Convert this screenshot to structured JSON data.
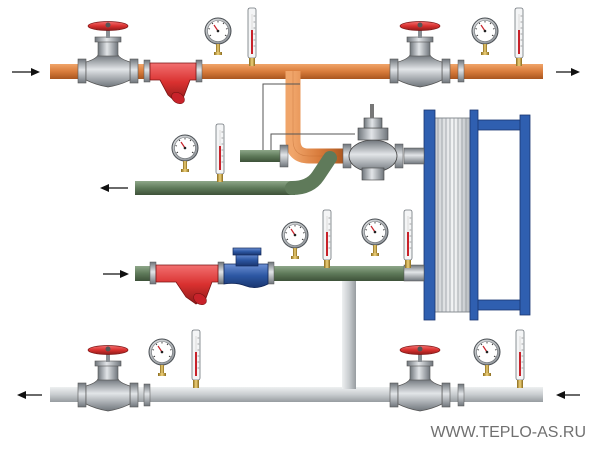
{
  "diagram": {
    "watermark": "WWW.TEPLO-AS.RU",
    "colors": {
      "supply_hot": "#d97c3c",
      "return_hot": "#5f7a5a",
      "return_cold": "#c9cdd0",
      "valve_handle": "#c8222a",
      "strainer": "#d9302f",
      "pump": "#2c57a3",
      "heat_exchanger_frame": "#2f5fb0",
      "steel": "#9aa0a6"
    },
    "flow_arrows": [
      {
        "line": "primary-supply",
        "direction": "in",
        "side": "left"
      },
      {
        "line": "primary-supply",
        "direction": "out",
        "side": "right"
      },
      {
        "line": "primary-return",
        "direction": "out",
        "side": "left"
      },
      {
        "line": "secondary-return",
        "direction": "in",
        "side": "left"
      },
      {
        "line": "cold-main",
        "direction": "out",
        "side": "left"
      },
      {
        "line": "cold-main",
        "direction": "in",
        "side": "right"
      }
    ],
    "components": {
      "ball_valves": 4,
      "pressure_gauges": 7,
      "thermometers": 7,
      "strainers": 2,
      "circulation_pump": 1,
      "control_valve": 1,
      "plate_heat_exchanger": 1
    }
  }
}
